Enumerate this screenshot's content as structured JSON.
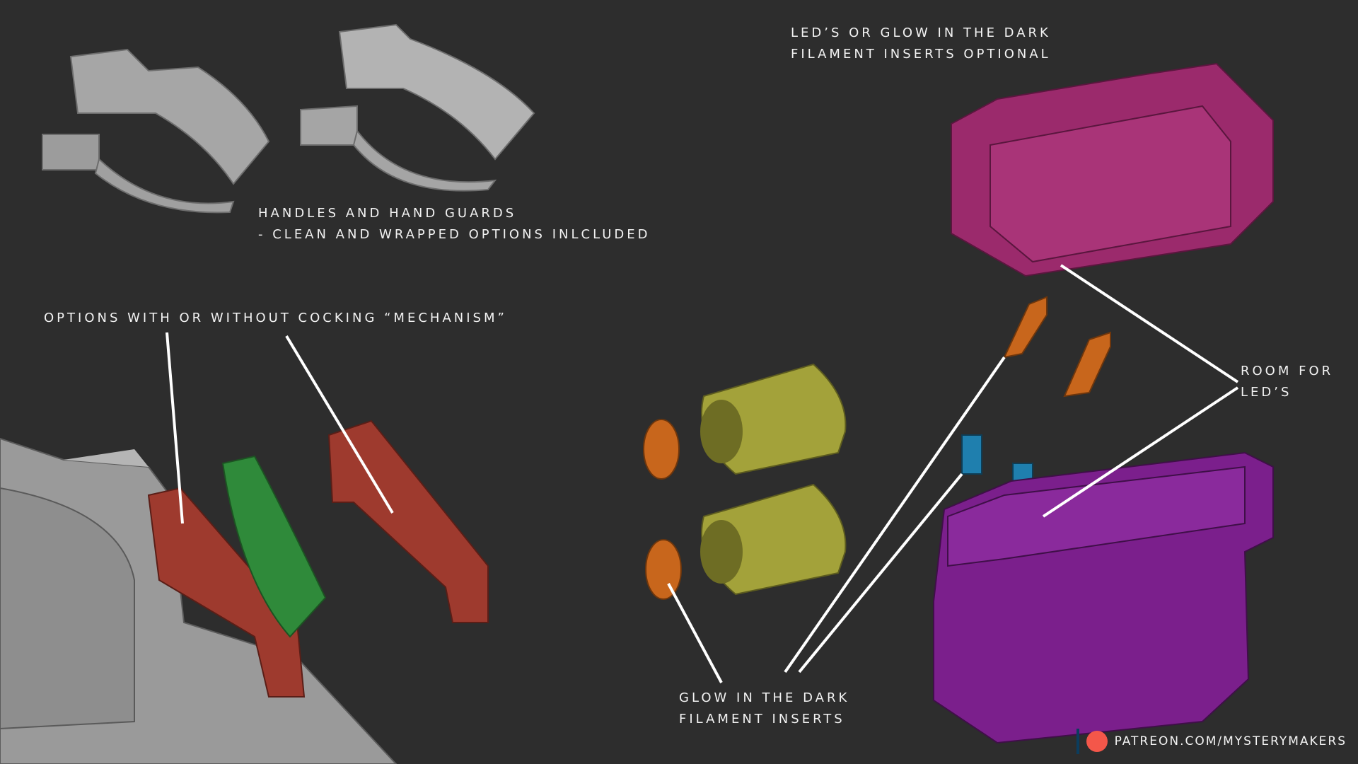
{
  "labels": {
    "leds_optional": [
      "LED’S OR GLOW IN THE DARK",
      "FILAMENT INSERTS OPTIONAL"
    ],
    "handles": [
      "HANDLES AND HAND GUARDS",
      "- CLEAN AND WRAPPED OPTIONS INLCLUDED"
    ],
    "cocking": "OPTIONS WITH OR WITHOUT COCKING “MECHANISM”",
    "room_for_leds": [
      "ROOM FOR",
      "LED’S"
    ],
    "glow_inserts": [
      "GLOW IN THE DARK",
      "FILAMENT INSERTS"
    ]
  },
  "footer": {
    "url": "PATREON.COM/MYSTERYMAKERS",
    "logo_icon": "patreon-logo-icon"
  },
  "colors": {
    "background": "#2d2d2d",
    "grey_part": "#a9a9a9",
    "red_part": "#9e3a2e",
    "green_part": "#2f8a3a",
    "magenta_part": "#9b2a6c",
    "purple_part": "#7b1f8c",
    "yellow_part": "#a3a23a",
    "orange_part": "#c8661c",
    "blue_part": "#1f7fae",
    "callout_line": "#ffffff",
    "patreon_red": "#f4574a"
  }
}
